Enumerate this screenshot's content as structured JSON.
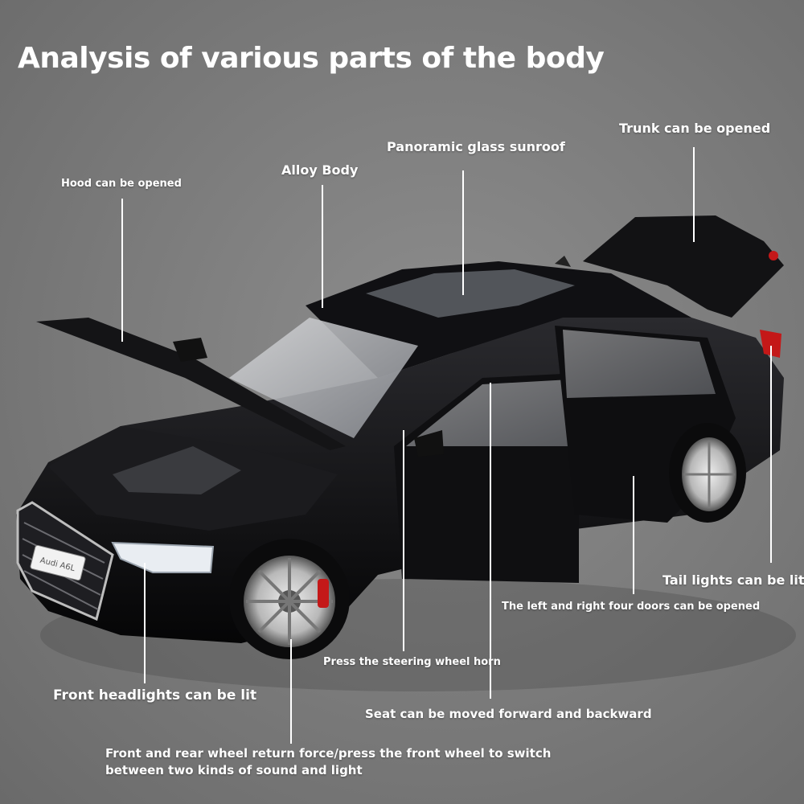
{
  "title": "Analysis of various parts of the body",
  "callouts": {
    "hood": "Hood can be opened",
    "alloy_body": "Alloy Body",
    "sunroof": "Panoramic glass sunroof",
    "trunk": "Trunk can be opened",
    "tail_lights": "Tail lights can be lit",
    "doors": "The left and right four doors can be opened",
    "steering_horn": "Press the steering wheel horn",
    "headlights": "Front headlights can be lit",
    "seat": "Seat can be moved forward and backward",
    "wheel_line1": "Front and rear wheel return force/press the front wheel to switch",
    "wheel_line2": "between two kinds of sound and light"
  },
  "car": {
    "plate_text": "Audi A6L",
    "body_color": "#0c0c0e",
    "accent_color": "#c41818"
  },
  "colors": {
    "background": "#7d7d7d",
    "text": "#ffffff"
  }
}
